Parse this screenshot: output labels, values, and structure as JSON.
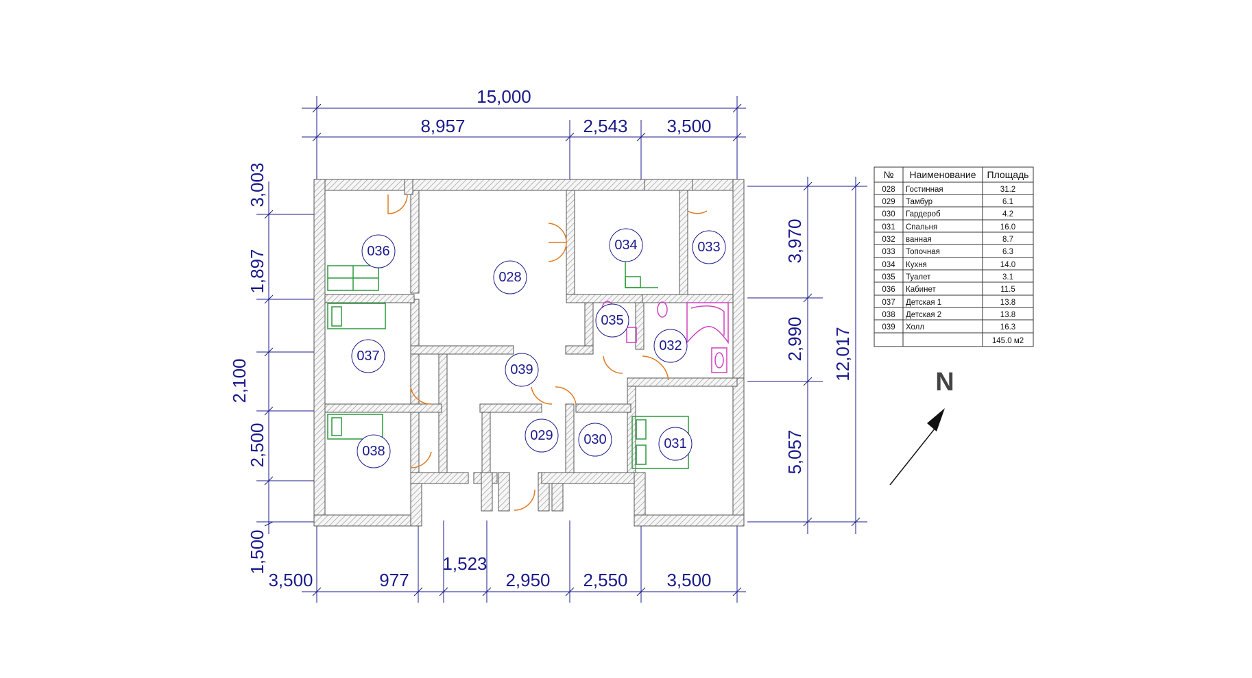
{
  "dimensions": {
    "top_total": "15,000",
    "top_segments": [
      "8,957",
      "2,543",
      "3,500"
    ],
    "left_segments": [
      "3,003",
      "1,897",
      "2,100",
      "2,500",
      "1,500"
    ],
    "right_segments": [
      "3,970",
      "2,990",
      "5,057"
    ],
    "right_total": "12,017",
    "bottom_segments": [
      "3,500",
      "977",
      "1,523",
      "2,950",
      "2,550",
      "3,500"
    ]
  },
  "rooms": [
    {
      "id": "036"
    },
    {
      "id": "028"
    },
    {
      "id": "034"
    },
    {
      "id": "033"
    },
    {
      "id": "035"
    },
    {
      "id": "032"
    },
    {
      "id": "037"
    },
    {
      "id": "039"
    },
    {
      "id": "029"
    },
    {
      "id": "030"
    },
    {
      "id": "031"
    },
    {
      "id": "038"
    }
  ],
  "room_table": {
    "headers": [
      "№",
      "Наименование",
      "Площадь"
    ],
    "rows": [
      {
        "no": "028",
        "name": "Гостинная",
        "area": "31.2"
      },
      {
        "no": "029",
        "name": "Тамбур",
        "area": "6.1"
      },
      {
        "no": "030",
        "name": "Гардероб",
        "area": "4.2"
      },
      {
        "no": "031",
        "name": "Спальня",
        "area": "16.0"
      },
      {
        "no": "032",
        "name": "ванная",
        "area": "8.7"
      },
      {
        "no": "033",
        "name": "Топочная",
        "area": "6.3"
      },
      {
        "no": "034",
        "name": "Кухня",
        "area": "14.0"
      },
      {
        "no": "035",
        "name": "Туалет",
        "area": "3.1"
      },
      {
        "no": "036",
        "name": "Кабинет",
        "area": "11.5"
      },
      {
        "no": "037",
        "name": "Детская 1",
        "area": "13.8"
      },
      {
        "no": "038",
        "name": "Детская 2",
        "area": "13.8"
      },
      {
        "no": "039",
        "name": "Холл",
        "area": "16.3"
      }
    ],
    "total": "145.0 м2"
  },
  "compass": {
    "label": "N"
  },
  "colors": {
    "dimension": "#1a1a8c",
    "wall_hatch": "#9a9a9a",
    "door": "#e07a20",
    "furniture": "#2a9a3a",
    "sanitary": "#d040c0",
    "table_grid": "#333333"
  }
}
